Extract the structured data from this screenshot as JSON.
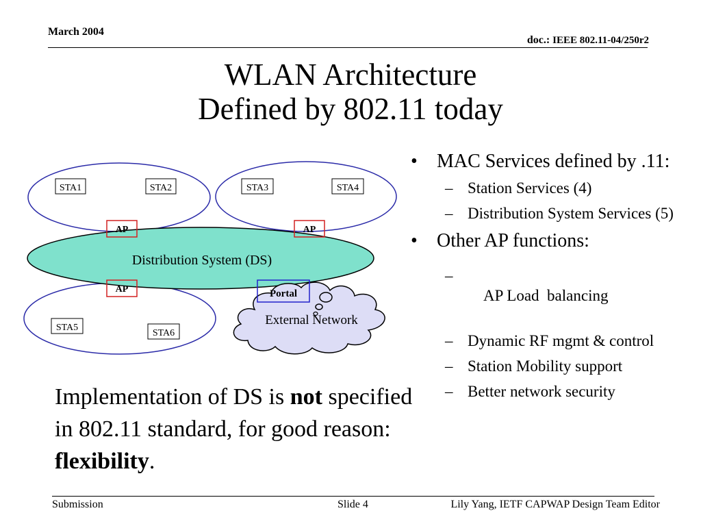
{
  "header": {
    "date": "March 2004",
    "doc_prefix": "doc.:",
    "doc_id": "IEEE 802.11-04/250r2"
  },
  "title": {
    "line1": "WLAN Architecture",
    "line2": "Defined by 802.11 today"
  },
  "diagram": {
    "stations": [
      "STA1",
      "STA2",
      "STA3",
      "STA4",
      "STA5",
      "STA6"
    ],
    "ap_label": "AP",
    "ds_label": "Distribution System (DS)",
    "portal_label": "Portal",
    "external_label": "External Network",
    "colors": {
      "ds_fill": "#7fe1cc",
      "bss_outline": "#2a2aa8",
      "ap_box": "#d22020",
      "portal_box": "#2222cc",
      "cloud_fill": "#ddddf6"
    }
  },
  "bullets": {
    "mac_services": "MAC Services defined by .11:",
    "station_services": "Station Services (4)",
    "ds_services": "Distribution System Services (5)",
    "other_ap": "Other AP functions:",
    "load_balancing": "AP Load  balancing",
    "dynamic_rf": "Dynamic RF mgmt & control",
    "mobility": "Station Mobility support",
    "security": "Better network security"
  },
  "implementation": {
    "part1": "Implementation of DS is ",
    "bold1": "not",
    "part2": " specified in 802.11 standard, for good reason: ",
    "bold2": "flexibility",
    "part3": "."
  },
  "footer": {
    "left": "Submission",
    "middle": "Slide 4",
    "right": "Lily Yang, IETF CAPWAP Design Team Editor"
  }
}
